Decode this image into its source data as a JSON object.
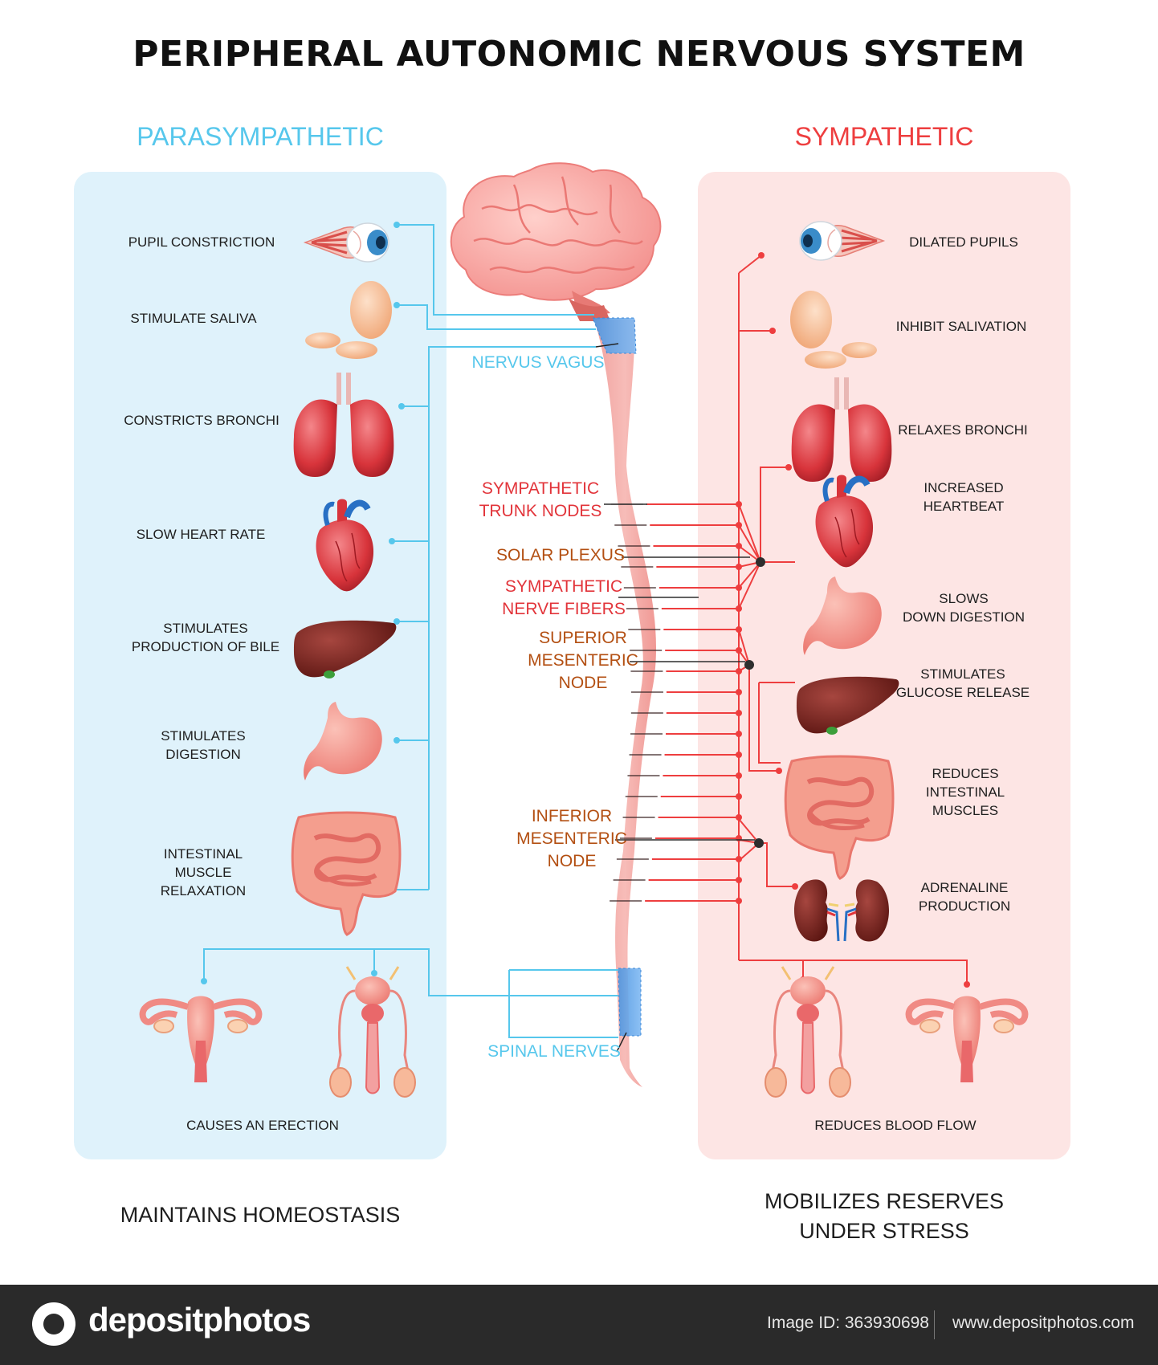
{
  "title": "PERIPHERAL AUTONOMIC NERVOUS SYSTEM",
  "parasympathetic": {
    "heading": "PARASYMPATHETIC",
    "items": [
      "PUPIL CONSTRICTION",
      "STIMULATE SALIVA",
      "CONSTRICTS BRONCHI",
      "SLOW HEART RATE",
      "STIMULATES\nPRODUCTION OF BILE",
      "STIMULATES\nDIGESTION",
      "INTESTINAL\nMUSCLE\nRELAXATION",
      "CAUSES AN ERECTION"
    ],
    "footer": "MAINTAINS HOMEOSTASIS",
    "color": "#56c7ec"
  },
  "sympathetic": {
    "heading": "SYMPATHETIC",
    "items": [
      "DILATED PUPILS",
      "INHIBIT SALIVATION",
      "RELAXES BRONCHI",
      "INCREASED\nHEARTBEAT",
      "SLOWS\nDOWN DIGESTION",
      "STIMULATES\nGLUCOSE RELEASE",
      "REDUCES\nINTESTINAL\nMUSCLES",
      "ADRENALINE\nPRODUCTION",
      "REDUCES BLOOD FLOW"
    ],
    "footer": "MOBILIZES RESERVES\nUNDER STRESS",
    "color": "#ee3e3f"
  },
  "center_labels": {
    "nervus_vagus": "NERVUS VAGUS",
    "sympathetic_trunk_nodes": "SYMPATHETIC\nTRUNK NODES",
    "solar_plexus": "SOLAR PLEXUS",
    "sympathetic_nerve_fibers": "SYMPATHETIC\nNERVE FIBERS",
    "superior_mesenteric_node": "SUPERIOR\nMESENTERIC\nNODE",
    "inferior_mesenteric_node": "INFERIOR\nMESENTERIC\nNODE",
    "spinal_nerves": "SPINAL NERVES"
  },
  "icons": [
    "eye-icon",
    "salivary-gland-icon",
    "lungs-icon",
    "heart-icon",
    "liver-icon",
    "stomach-icon",
    "intestines-icon",
    "female-reproductive-icon",
    "male-reproductive-icon",
    "kidneys-icon",
    "brain-icon",
    "spinal-cord-icon"
  ],
  "footer_bar": {
    "brand": "depositphotos",
    "image_id": "Image ID: 363930698",
    "url": "www.depositphotos.com"
  }
}
